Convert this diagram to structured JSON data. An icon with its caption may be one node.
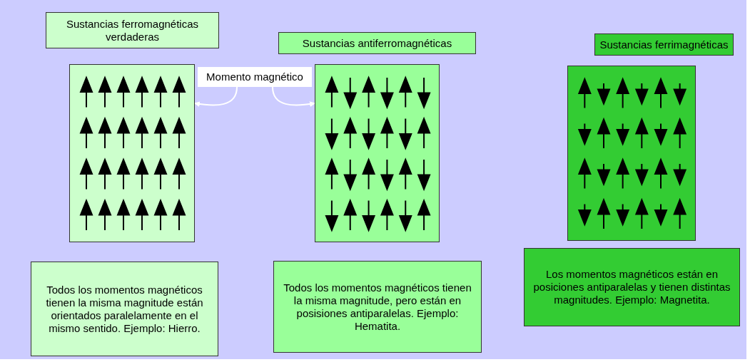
{
  "diagram": {
    "nodes": [
      {
        "text": [
          "Sustancias ferromagnéticas verdaderas"
        ]
      },
      {
        "text": [],
        "shape": "box"
      },
      {
        "text": [
          "Sustancias antiferromagnéticas"
        ]
      },
      {
        "text": [],
        "shape": "box"
      },
      {
        "text": [
          "Sustancias ferrimagnéticas"
        ]
      },
      {
        "text": [],
        "shape": "box"
      },
      {
        "text": [
          "Momento magnético"
        ]
      },
      {
        "text": [
          "Todos los momentos magnéticos tienen la misma magnitude están orientados paralelamente en el mismo sentido. Ejemplo: Hierro."
        ]
      },
      {
        "text": [
          "Todos los momentos magnéticos tienen la misma magnitude, pero están en posisiones antiparalelas. Ejemplo: Hematita."
        ]
      },
      {
        "text": [
          "Los momentos magnéticos están en posiciones antiparalelas y tienen distintas magnitudes. Ejemplo: Magnetita."
        ]
      }
    ],
    "edges": [
      {
        "from": 6,
        "to": 1,
        "arrow": "to"
      },
      {
        "from": 6,
        "to": 3,
        "arrow": "to"
      }
    ]
  }
}
